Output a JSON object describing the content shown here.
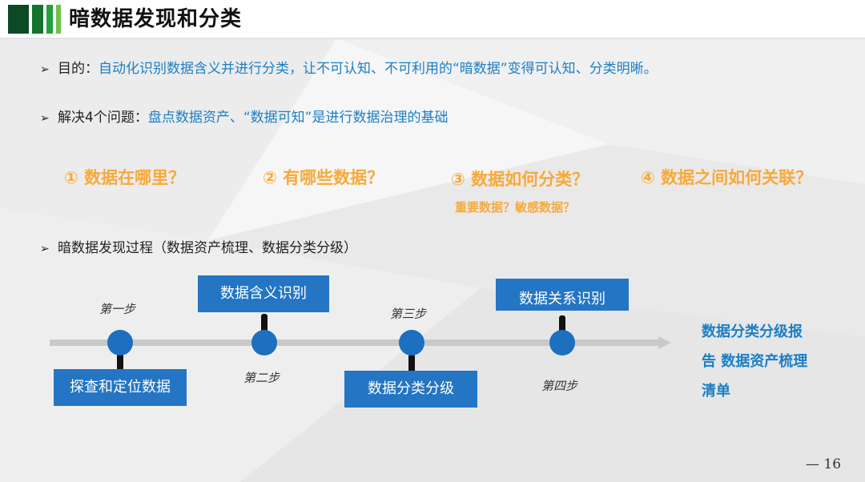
{
  "header": {
    "title": "暗数据发现和分类",
    "logo_colors": [
      "#0b4a24",
      "#14722f",
      "#22a13c",
      "#6fc14a"
    ]
  },
  "bullets": [
    {
      "label": "目的：",
      "text": "自动化识别数据含义并进行分类，让不可认知、不可利用的“暗数据”变得可认知、分类明晰。"
    },
    {
      "label": "解决4个问题：",
      "text": "盘点数据资产、“数据可知”是进行数据治理的基础"
    },
    {
      "label": "暗数据发现过程（数据资产梳理、数据分类分级）",
      "text": ""
    }
  ],
  "questions": [
    "① 数据在哪里？",
    "② 有哪些数据？",
    "③ 数据如何分类？",
    "④ 数据之间如何关联？"
  ],
  "sub_question": "重要数据？敏感数据？",
  "steps": [
    {
      "label": "第一步",
      "box": "探查和定位数据"
    },
    {
      "label": "第二步",
      "box": "数据含义识别"
    },
    {
      "label": "第三步",
      "box": "数据分类分级"
    },
    {
      "label": "第四步",
      "box": "数据关系识别"
    }
  ],
  "result": {
    "lines": [
      "数据分类分级报",
      "告 数据资产梳理",
      "清单"
    ]
  },
  "page_number": "— 16",
  "colors": {
    "accent_blue": "#1b7fc6",
    "box_blue": "#2475c4",
    "question_orange": "#f7a93a",
    "node_blue": "#1d6fbf"
  }
}
